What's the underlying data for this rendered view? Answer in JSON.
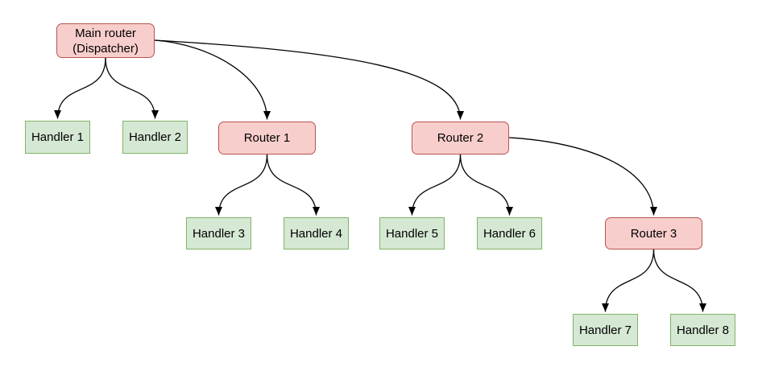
{
  "diagram": {
    "colors": {
      "canvas_bg": "#ffffff",
      "router_fill": "#f8cecc",
      "router_border": "#b85450",
      "handler_fill": "#d5e8d4",
      "handler_border": "#82b366",
      "edge": "#000000"
    },
    "nodes": {
      "main_router": {
        "label": "Main router\n(Dispatcher)",
        "type": "router"
      },
      "router_1": {
        "label": "Router 1",
        "type": "router"
      },
      "router_2": {
        "label": "Router 2",
        "type": "router"
      },
      "router_3": {
        "label": "Router 3",
        "type": "router"
      },
      "handler_1": {
        "label": "Handler 1",
        "type": "handler"
      },
      "handler_2": {
        "label": "Handler 2",
        "type": "handler"
      },
      "handler_3": {
        "label": "Handler 3",
        "type": "handler"
      },
      "handler_4": {
        "label": "Handler 4",
        "type": "handler"
      },
      "handler_5": {
        "label": "Handler 5",
        "type": "handler"
      },
      "handler_6": {
        "label": "Handler 6",
        "type": "handler"
      },
      "handler_7": {
        "label": "Handler 7",
        "type": "handler"
      },
      "handler_8": {
        "label": "Handler 8",
        "type": "handler"
      }
    },
    "edges": [
      {
        "from": "main_router",
        "to": "handler_1"
      },
      {
        "from": "main_router",
        "to": "handler_2"
      },
      {
        "from": "main_router",
        "to": "router_1"
      },
      {
        "from": "main_router",
        "to": "router_2"
      },
      {
        "from": "router_1",
        "to": "handler_3"
      },
      {
        "from": "router_1",
        "to": "handler_4"
      },
      {
        "from": "router_2",
        "to": "handler_5"
      },
      {
        "from": "router_2",
        "to": "handler_6"
      },
      {
        "from": "router_2",
        "to": "router_3"
      },
      {
        "from": "router_3",
        "to": "handler_7"
      },
      {
        "from": "router_3",
        "to": "handler_8"
      }
    ]
  }
}
